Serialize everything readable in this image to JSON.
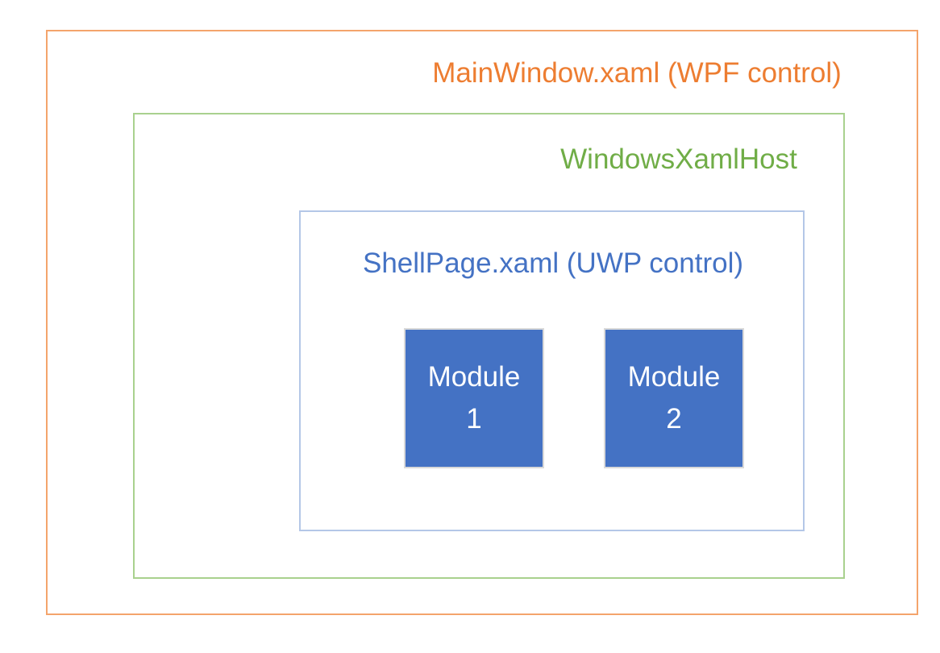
{
  "diagram": {
    "title": "MainWindow.xaml (WPF control)",
    "outer_box": {
      "label": "MainWindow.xaml (WPF control)",
      "text_color": "#ED7D31",
      "border_color": "#F4A46C"
    },
    "host_box": {
      "label": "WindowsXamlHost",
      "text_color": "#70AD47",
      "border_color": "#A9D18E"
    },
    "shell_box": {
      "label": "ShellPage.xaml (UWP control)",
      "text_color": "#4472C4",
      "border_color": "#B4C7E7"
    },
    "modules": {
      "fill_color": "#4472C4",
      "border_color": "#D9D9D9",
      "text_color": "#FFFFFF",
      "items": [
        {
          "line1": "Module",
          "line2": "1"
        },
        {
          "line1": "Module",
          "line2": "2"
        }
      ]
    }
  }
}
